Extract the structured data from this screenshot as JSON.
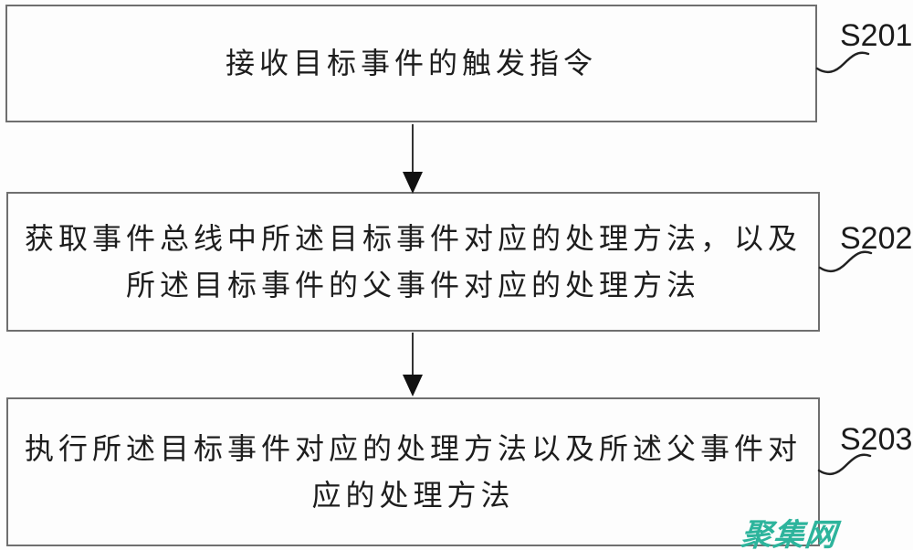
{
  "figure": {
    "type": "flowchart",
    "steps": [
      {
        "label": "S201",
        "lines": [
          "接收目标事件的触发指令"
        ]
      },
      {
        "label": "S202",
        "lines": [
          "获取事件总线中所述目标事件对应的处理方法，以及",
          "所述目标事件的父事件对应的处理方法"
        ]
      },
      {
        "label": "S203",
        "lines": [
          "执行所述目标事件对应的处理方法以及所述父事件对",
          "应的处理方法"
        ]
      }
    ],
    "watermark": "聚集网",
    "colors": {
      "watermark": "#2db49c",
      "box_border": "#6f6f6f",
      "text": "#1d1d1d",
      "arrow": "#333333"
    }
  }
}
